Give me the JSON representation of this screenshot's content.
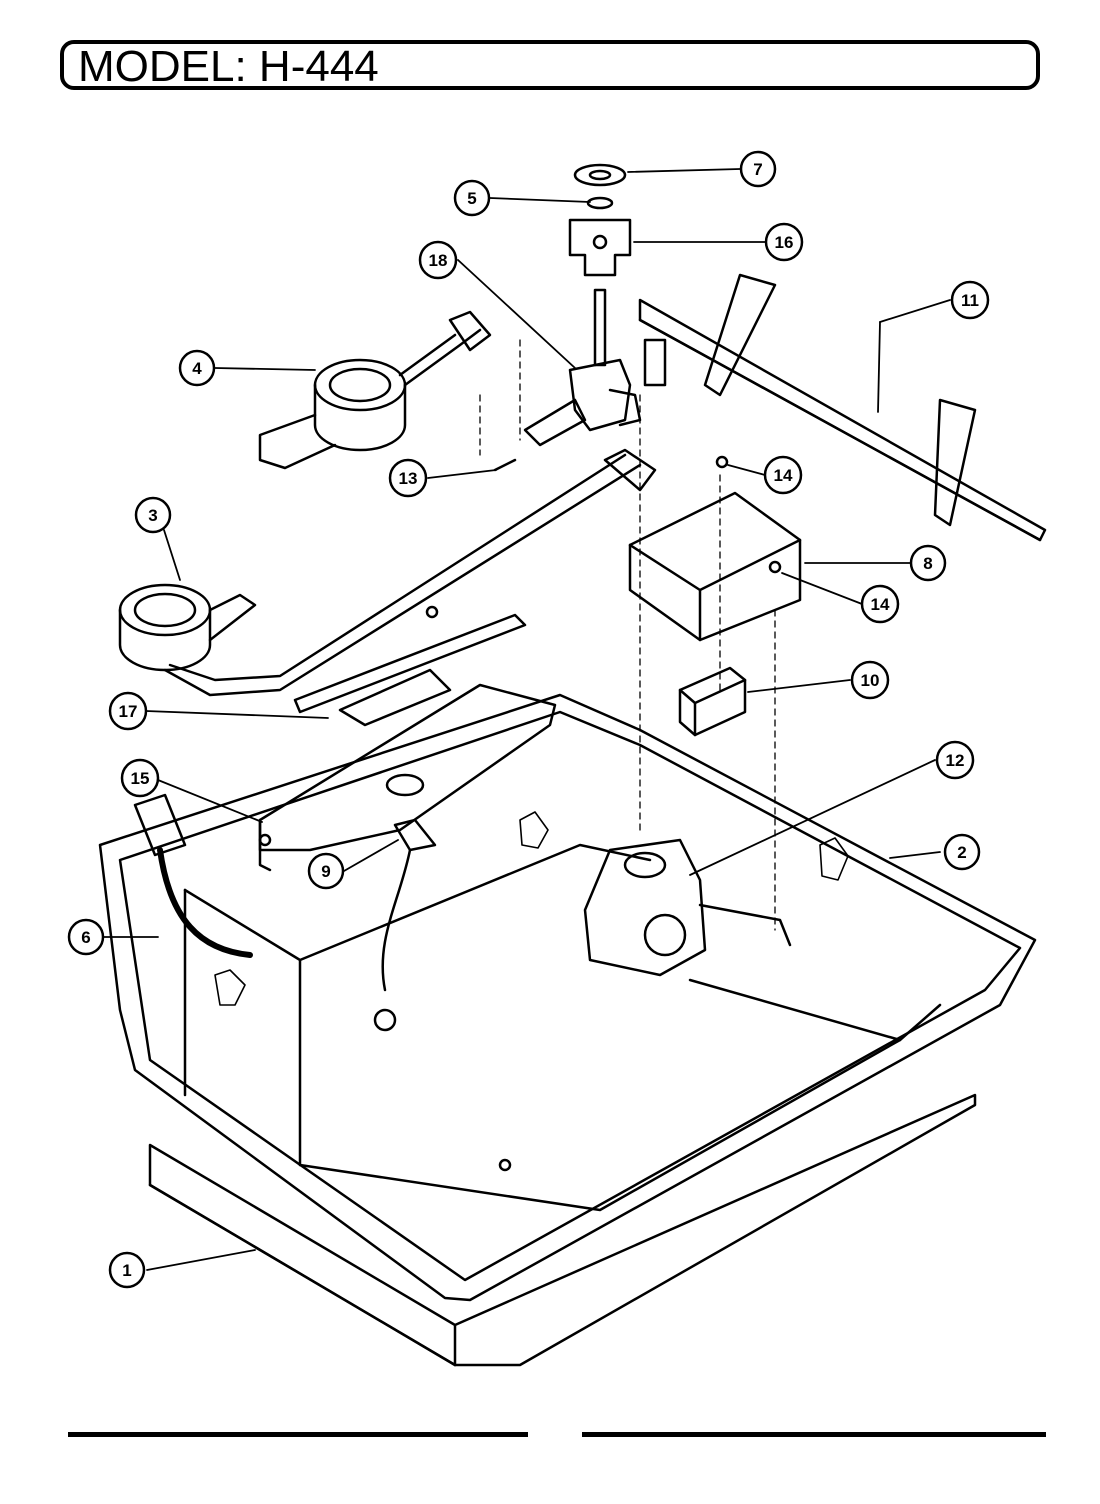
{
  "header": {
    "title": "MODEL: H-444"
  },
  "callouts": [
    {
      "num": "1"
    },
    {
      "num": "2"
    },
    {
      "num": "3"
    },
    {
      "num": "4"
    },
    {
      "num": "5"
    },
    {
      "num": "6"
    },
    {
      "num": "7"
    },
    {
      "num": "8"
    },
    {
      "num": "9"
    },
    {
      "num": "10"
    },
    {
      "num": "11"
    },
    {
      "num": "12"
    },
    {
      "num": "13"
    },
    {
      "num": "14"
    },
    {
      "num": "14"
    },
    {
      "num": "15"
    },
    {
      "num": "16"
    },
    {
      "num": "17"
    },
    {
      "num": "18"
    }
  ],
  "colors": {
    "ink": "#000000",
    "paper": "#ffffff"
  }
}
